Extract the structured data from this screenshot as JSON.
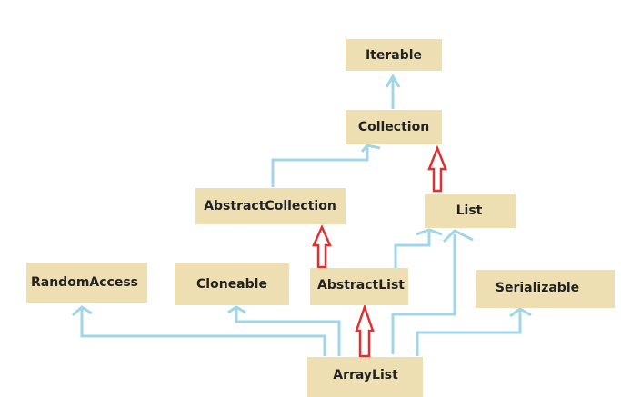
{
  "diagram": {
    "nodes": {
      "iterable": "Iterable",
      "collection": "Collection",
      "abstract_collection": "AbstractCollection",
      "list": "List",
      "random_access": "RandomAccess",
      "cloneable": "Cloneable",
      "abstract_list": "AbstractList",
      "serializable": "Serializable",
      "array_list": "ArrayList"
    },
    "edge_colors": {
      "interface_arrow": "#9fd6e8",
      "extends_arrow": "#e03030",
      "node_fill": "#eedfb3"
    }
  }
}
